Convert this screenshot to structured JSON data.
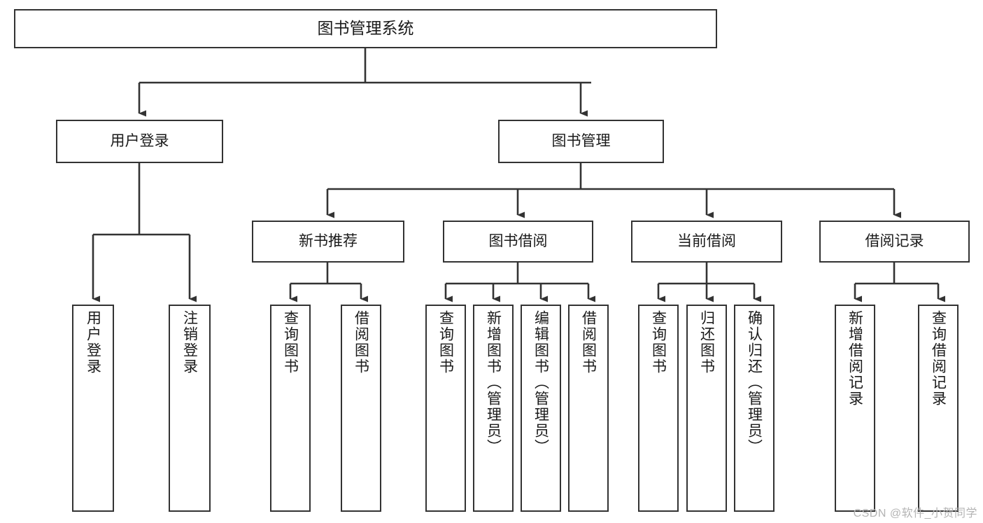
{
  "diagram": {
    "title": "图书管理系统",
    "type": "hierarchy-tree",
    "root": {
      "label": "图书管理系统"
    },
    "level1": [
      {
        "label": "用户登录"
      },
      {
        "label": "图书管理"
      }
    ],
    "level2": [
      {
        "label": "新书推荐"
      },
      {
        "label": "图书借阅"
      },
      {
        "label": "当前借阅"
      },
      {
        "label": "借阅记录"
      }
    ],
    "leaves": {
      "user_login": [
        {
          "label": "用户登录"
        },
        {
          "label": "注销登录"
        }
      ],
      "new_book_recommend": [
        {
          "label": "查询图书"
        },
        {
          "label": "借阅图书"
        }
      ],
      "book_borrow": [
        {
          "label": "查询图书"
        },
        {
          "label": "新增图书（管理员）"
        },
        {
          "label": "编辑图书（管理员）"
        },
        {
          "label": "借阅图书"
        }
      ],
      "current_borrow": [
        {
          "label": "查询图书"
        },
        {
          "label": "归还图书"
        },
        {
          "label": "确认归还（管理员）"
        }
      ],
      "borrow_record": [
        {
          "label": "新增借阅记录"
        },
        {
          "label": "查询借阅记录"
        }
      ]
    }
  },
  "watermark": {
    "text": "CSDN @软件_小贺同学"
  },
  "colors": {
    "border": "#333333",
    "text": "#1a1a1a",
    "background": "#ffffff",
    "watermark": "#b4b4b4"
  }
}
